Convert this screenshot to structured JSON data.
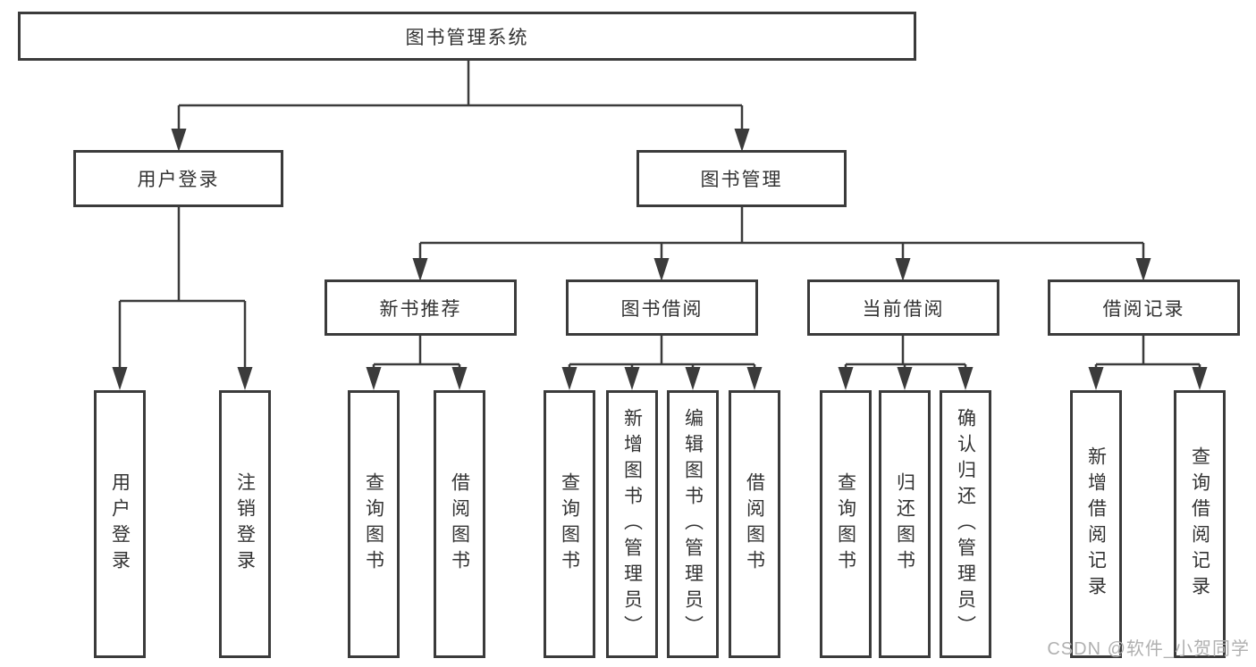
{
  "tree": {
    "root": {
      "label": "图书管理系统"
    },
    "children": [
      {
        "label": "用户登录",
        "children": [
          {
            "label": "用户登录"
          },
          {
            "label": "注销登录"
          }
        ]
      },
      {
        "label": "图书管理",
        "children": [
          {
            "label": "新书推荐",
            "children": [
              {
                "label": "查询图书"
              },
              {
                "label": "借阅图书"
              }
            ]
          },
          {
            "label": "图书借阅",
            "children": [
              {
                "label": "查询图书"
              },
              {
                "label": "新增图书（管理员）"
              },
              {
                "label": "编辑图书（管理员）"
              },
              {
                "label": "借阅图书"
              }
            ]
          },
          {
            "label": "当前借阅",
            "children": [
              {
                "label": "查询图书"
              },
              {
                "label": "归还图书"
              },
              {
                "label": "确认归还（管理员）"
              }
            ]
          },
          {
            "label": "借阅记录",
            "children": [
              {
                "label": "新增借阅记录"
              },
              {
                "label": "查询借阅记录"
              }
            ]
          }
        ]
      }
    ]
  },
  "watermark": {
    "text": "CSDN @软件_小贺同学"
  },
  "colors": {
    "line": "#3b3b3b",
    "box_border": "#3b3b3b",
    "text": "#333333",
    "watermark": "#b0b0b0",
    "background": "#ffffff"
  }
}
